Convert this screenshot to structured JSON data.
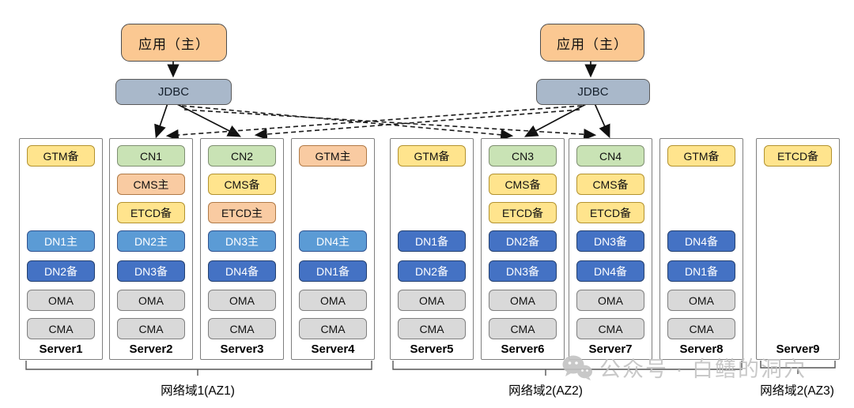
{
  "apps": {
    "left": {
      "app_label": "应用（主）",
      "jdbc_label": "JDBC"
    },
    "right": {
      "app_label": "应用（主）",
      "jdbc_label": "JDBC"
    }
  },
  "servers": [
    {
      "name": "Server1",
      "components": [
        {
          "label": "GTM备",
          "color": "yellow"
        },
        {
          "label": "DN1主",
          "color": "blue-light"
        },
        {
          "label": "DN2备",
          "color": "blue-dark"
        },
        {
          "label": "OMA",
          "color": "gray"
        },
        {
          "label": "CMA",
          "color": "gray"
        }
      ]
    },
    {
      "name": "Server2",
      "components": [
        {
          "label": "CN1",
          "color": "green"
        },
        {
          "label": "CMS主",
          "color": "orange"
        },
        {
          "label": "ETCD备",
          "color": "yellow"
        },
        {
          "label": "DN2主",
          "color": "blue-light"
        },
        {
          "label": "DN3备",
          "color": "blue-dark"
        },
        {
          "label": "OMA",
          "color": "gray"
        },
        {
          "label": "CMA",
          "color": "gray"
        }
      ]
    },
    {
      "name": "Server3",
      "components": [
        {
          "label": "CN2",
          "color": "green"
        },
        {
          "label": "CMS备",
          "color": "yellow"
        },
        {
          "label": "ETCD主",
          "color": "orange"
        },
        {
          "label": "DN3主",
          "color": "blue-light"
        },
        {
          "label": "DN4备",
          "color": "blue-dark"
        },
        {
          "label": "OMA",
          "color": "gray"
        },
        {
          "label": "CMA",
          "color": "gray"
        }
      ]
    },
    {
      "name": "Server4",
      "components": [
        {
          "label": "GTM主",
          "color": "orange"
        },
        {
          "label": "DN4主",
          "color": "blue-light"
        },
        {
          "label": "DN1备",
          "color": "blue-dark"
        },
        {
          "label": "OMA",
          "color": "gray"
        },
        {
          "label": "CMA",
          "color": "gray"
        }
      ]
    },
    {
      "name": "Server5",
      "components": [
        {
          "label": "GTM备",
          "color": "yellow"
        },
        {
          "label": "DN1备",
          "color": "blue-dark"
        },
        {
          "label": "DN2备",
          "color": "blue-dark"
        },
        {
          "label": "OMA",
          "color": "gray"
        },
        {
          "label": "CMA",
          "color": "gray"
        }
      ]
    },
    {
      "name": "Server6",
      "components": [
        {
          "label": "CN3",
          "color": "green"
        },
        {
          "label": "CMS备",
          "color": "yellow"
        },
        {
          "label": "ETCD备",
          "color": "yellow"
        },
        {
          "label": "DN2备",
          "color": "blue-dark"
        },
        {
          "label": "DN3备",
          "color": "blue-dark"
        },
        {
          "label": "OMA",
          "color": "gray"
        },
        {
          "label": "CMA",
          "color": "gray"
        }
      ]
    },
    {
      "name": "Server7",
      "components": [
        {
          "label": "CN4",
          "color": "green"
        },
        {
          "label": "CMS备",
          "color": "yellow"
        },
        {
          "label": "ETCD备",
          "color": "yellow"
        },
        {
          "label": "DN3备",
          "color": "blue-dark"
        },
        {
          "label": "DN4备",
          "color": "blue-dark"
        },
        {
          "label": "OMA",
          "color": "gray"
        },
        {
          "label": "CMA",
          "color": "gray"
        }
      ]
    },
    {
      "name": "Server8",
      "components": [
        {
          "label": "GTM备",
          "color": "yellow"
        },
        {
          "label": "DN4备",
          "color": "blue-dark"
        },
        {
          "label": "DN1备",
          "color": "blue-dark"
        },
        {
          "label": "OMA",
          "color": "gray"
        },
        {
          "label": "CMA",
          "color": "gray"
        }
      ]
    },
    {
      "name": "Server9",
      "components": [
        {
          "label": "ETCD备",
          "color": "yellow"
        }
      ]
    }
  ],
  "groups": [
    {
      "label": "网络域1(AZ1)",
      "servers": "Server1-Server4"
    },
    {
      "label": "网络域2(AZ2)",
      "servers": "Server5-Server8"
    },
    {
      "label": "网络域2(AZ3)",
      "servers": "Server9"
    }
  ],
  "watermark": {
    "text": "公众号 · 白鳝的洞穴"
  },
  "palette": {
    "app_orange": "#FBC892",
    "jdbc_gray_blue": "#A9B8CA",
    "standby_yellow": "#FFE48D",
    "cn_green": "#C9E3B5",
    "primary_orange": "#F9CBA2",
    "dn_primary_blue": "#5B9BD5",
    "dn_standby_blue": "#4472C4",
    "agent_gray": "#D9D9D9"
  }
}
